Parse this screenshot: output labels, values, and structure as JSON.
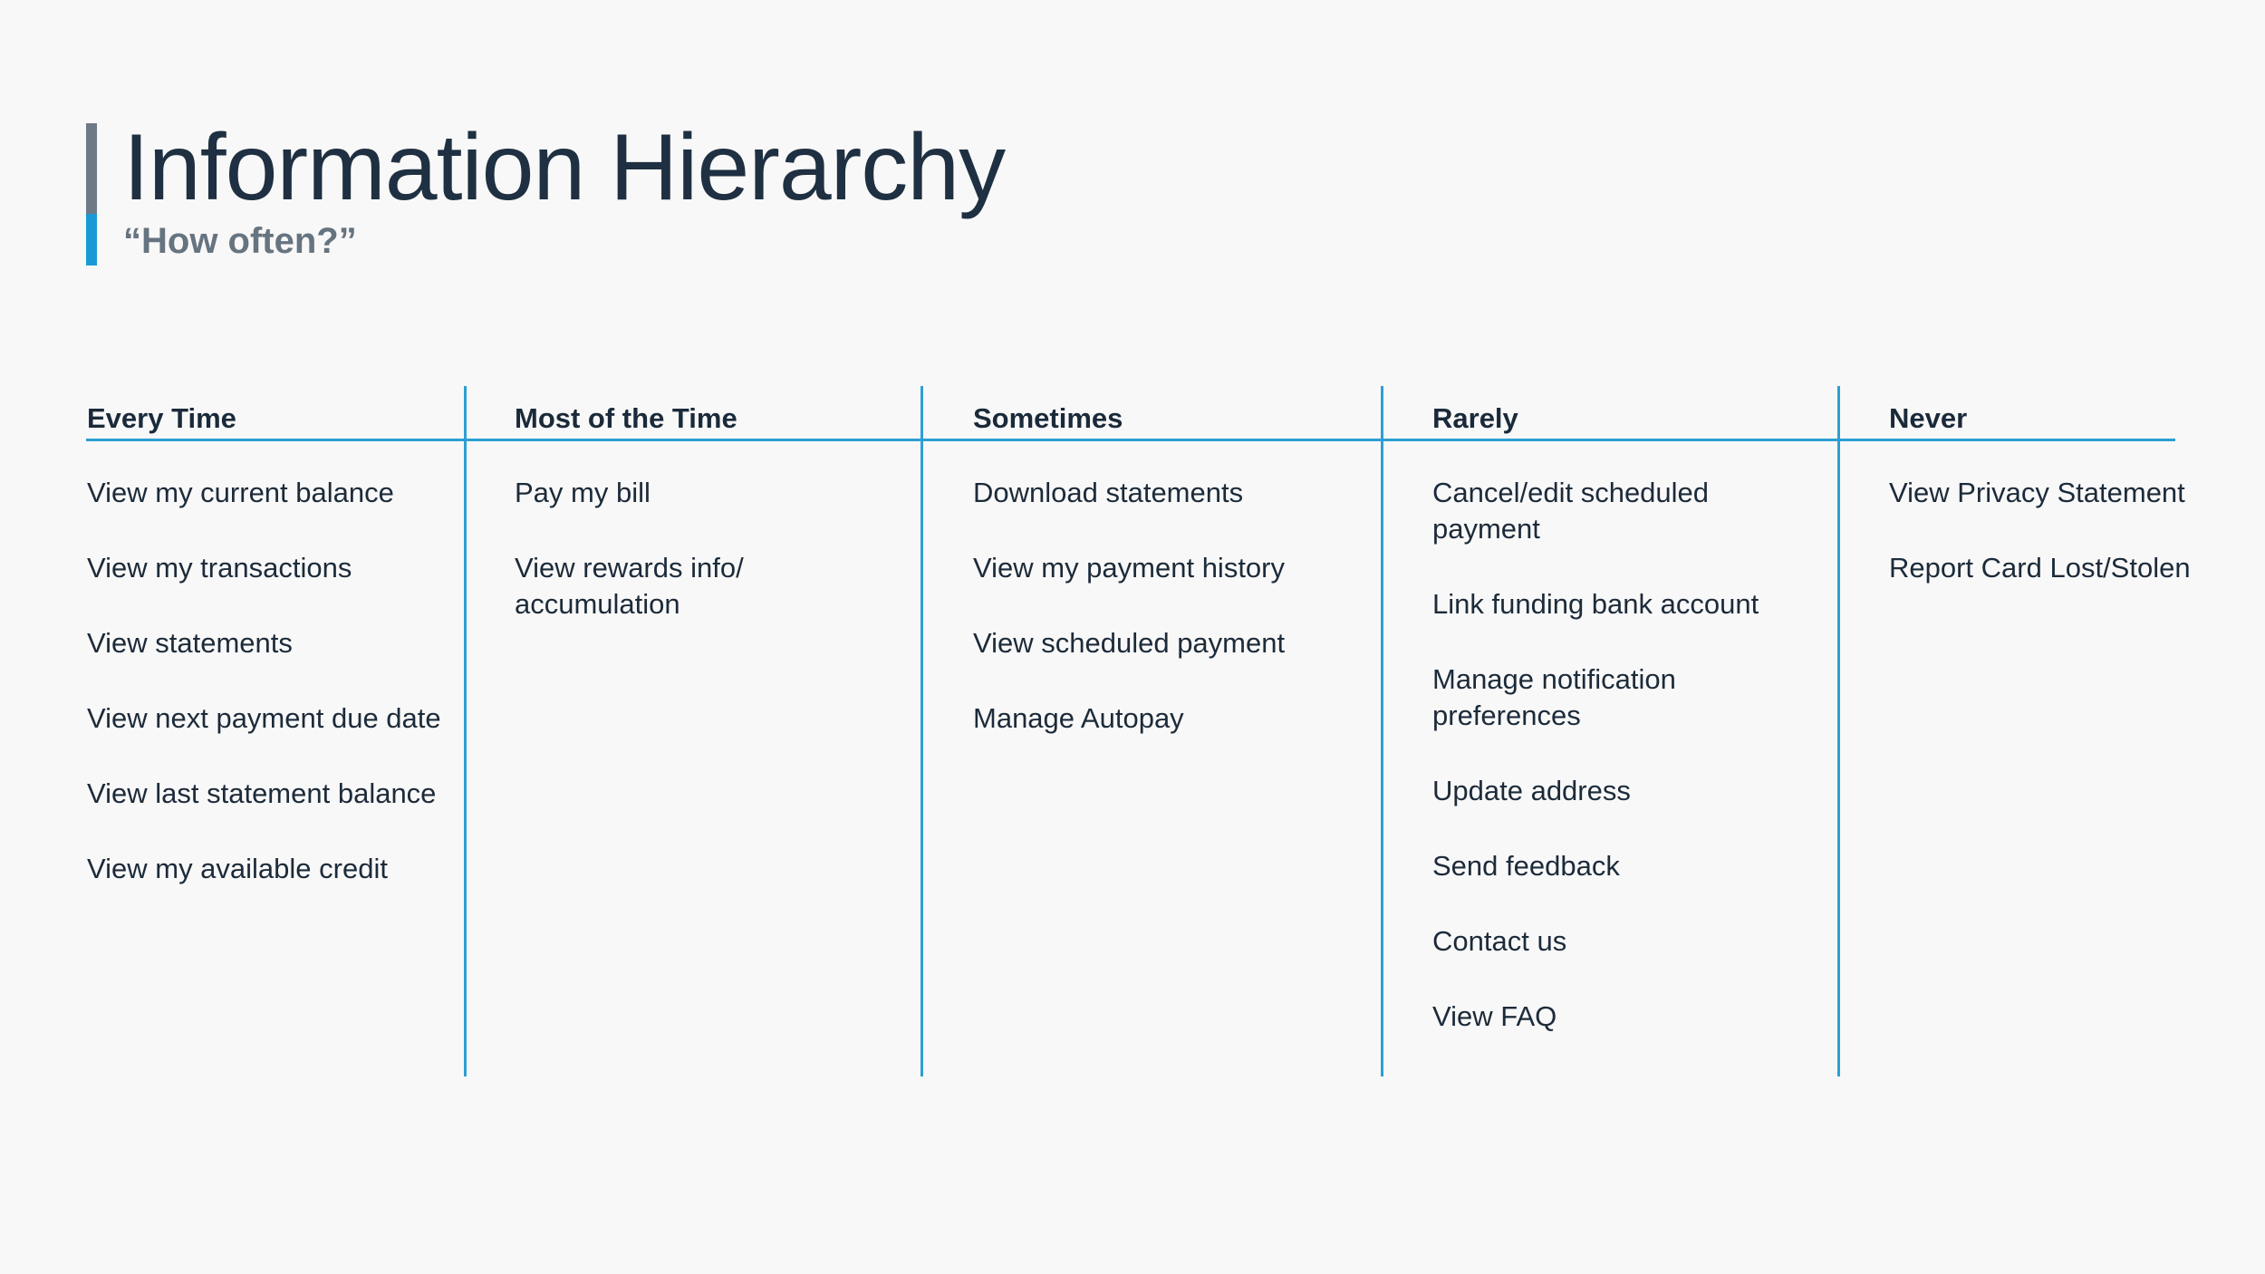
{
  "header": {
    "title": "Information Hierarchy",
    "subtitle": "“How often?”"
  },
  "columns": [
    {
      "heading": "Every Time",
      "items": [
        "View my current balance",
        "View my transactions",
        "View statements",
        "View next payment due date",
        "View last statement balance",
        "View my available credit"
      ]
    },
    {
      "heading": "Most of the Time",
      "items": [
        "Pay my bill",
        "View rewards info/ accumulation"
      ]
    },
    {
      "heading": "Sometimes",
      "items": [
        "Download statements",
        "View my payment history",
        "View scheduled payment",
        "Manage Autopay"
      ]
    },
    {
      "heading": "Rarely",
      "items": [
        "Cancel/edit scheduled payment",
        "Link funding bank account",
        "Manage notification preferences",
        "Update address",
        "Send feedback",
        "Contact us",
        "View FAQ"
      ]
    },
    {
      "heading": "Never",
      "items": [
        "View Privacy Statement",
        "Report Card Lost/Stolen"
      ]
    }
  ],
  "colors": {
    "background": "#f9f8f8",
    "accent_blue": "#1a9ad6",
    "accent_gray": "#6e7a85",
    "rule_blue": "#2d9fd3",
    "text_dark": "#1c2b3a"
  }
}
